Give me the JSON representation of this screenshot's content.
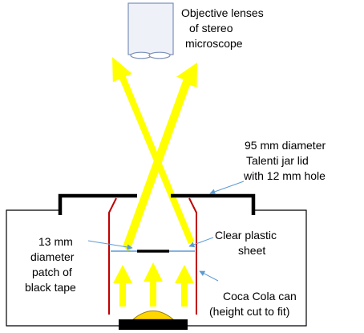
{
  "labels": {
    "objective": [
      "Objective lenses",
      "of stereo",
      "microscope"
    ],
    "lid": [
      "95 mm diameter",
      "Talenti jar lid",
      "with 12 mm hole"
    ],
    "tape": [
      "13 mm",
      "diameter",
      "patch of",
      "black tape"
    ],
    "sheet": [
      "Clear plastic",
      "sheet"
    ],
    "can": [
      "Coca Cola can",
      "(height cut to fit)"
    ]
  },
  "colors": {
    "arrow": "#ffff00",
    "light_source": "#ffd700",
    "can_wall": "#c00000",
    "lid": "#000000",
    "pointer": "#5b9bd5",
    "sheet": "#5b9bd5",
    "microscope": "#eef1f8",
    "microscope_outline": "#7a8fb8"
  }
}
